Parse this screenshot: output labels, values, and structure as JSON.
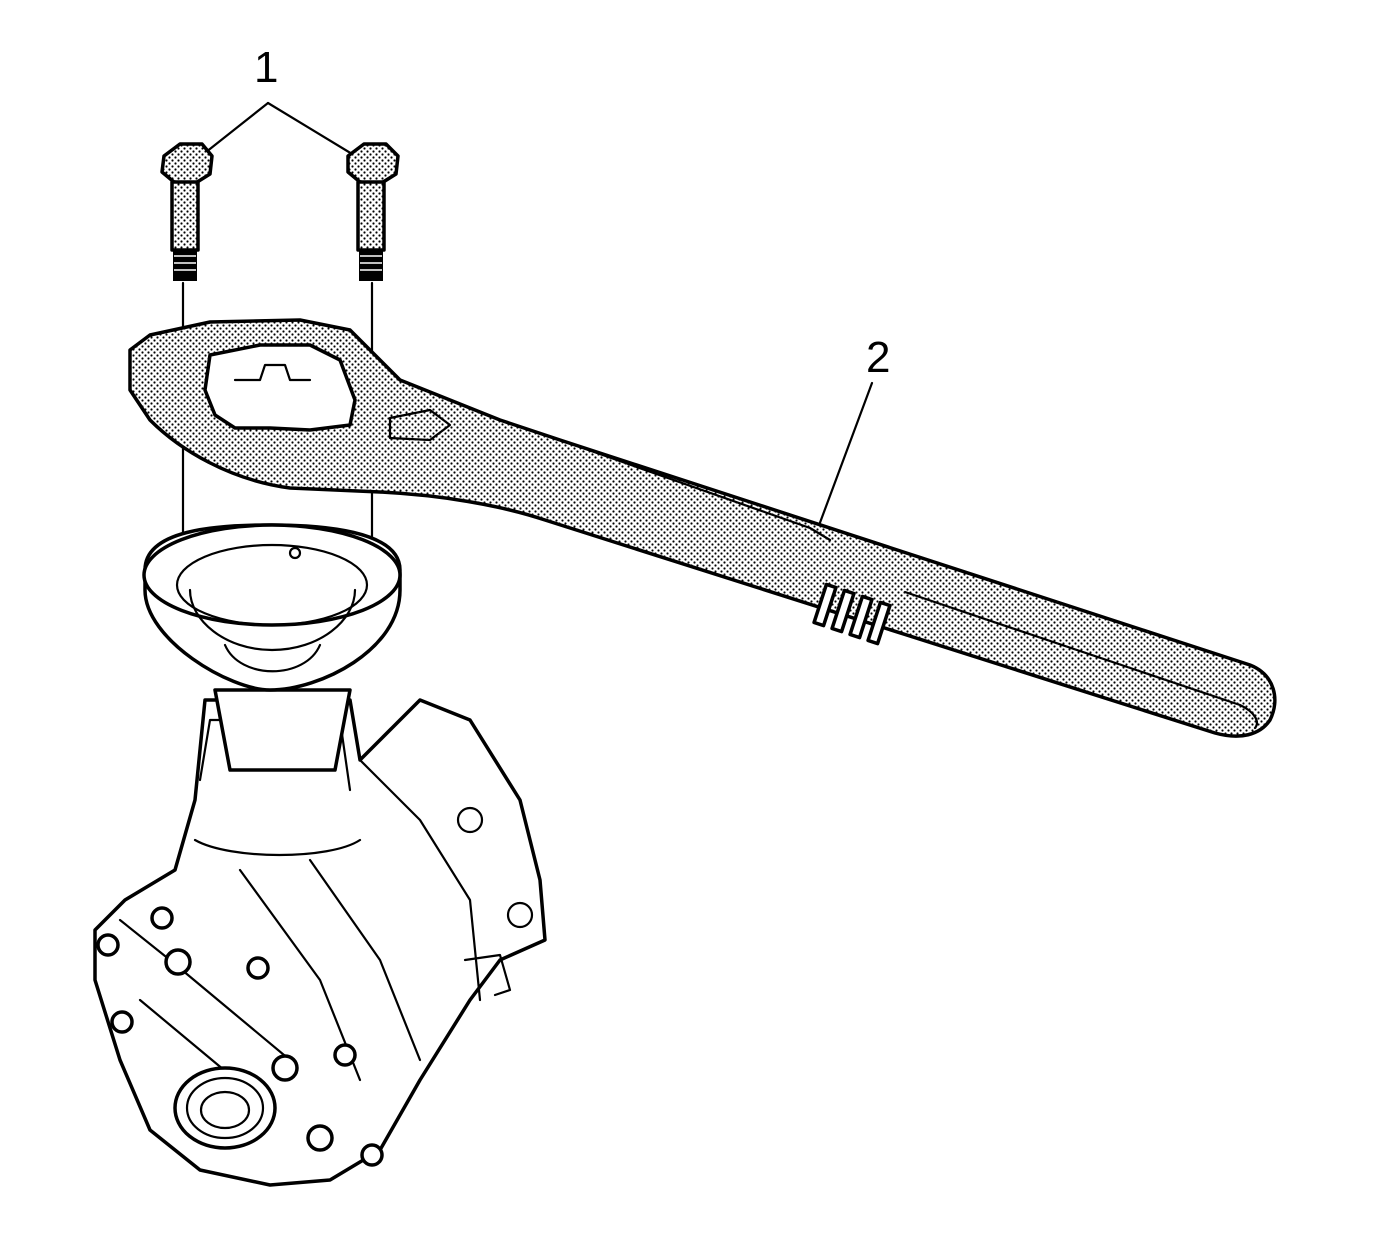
{
  "callouts": [
    {
      "label": "1",
      "target": "bolts"
    },
    {
      "label": "2",
      "target": "wrench"
    }
  ],
  "colors": {
    "ink": "#000000",
    "background": "#ffffff",
    "shading": "stipple"
  }
}
